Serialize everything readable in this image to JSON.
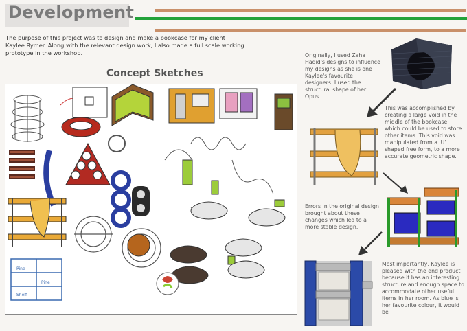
{
  "header": {
    "title": "Development",
    "accent_colors": {
      "bar_top": "#c9906a",
      "bar_mid": "#23a23a",
      "bar_bottom": "#c9906a"
    }
  },
  "intro": {
    "text": "The purpose of this project was to design and make a bookcase for my client Kaylee Rymer. Along with the relevant design work, I also made a full scale working prototype in the workshop."
  },
  "concept": {
    "title": "Concept Sketches",
    "sketches": [
      {
        "label": "Pine"
      },
      {
        "label": "Pine"
      },
      {
        "label": "Shelf"
      }
    ]
  },
  "notes": [
    {
      "text": "Originally, I used Zaha Hadid's designs to influence my designs as she is one Kaylee's favourite designers. I used the structural shape of her Opus"
    },
    {
      "text": "This was accomplished by creating a large void in the middle of the bookcase, which could be used to store other items. This void was manipulated from a 'U' shaped free form, to a more accurate geometric shape."
    },
    {
      "text": "Errors in the original design brought about these changes which led to a more stable design."
    },
    {
      "text": "Most importantly, Kaylee is pleased with the end product because it has an interesting structure and enough space to accommodate other useful items in her room. As blue is her favourite colour, it would be"
    }
  ]
}
